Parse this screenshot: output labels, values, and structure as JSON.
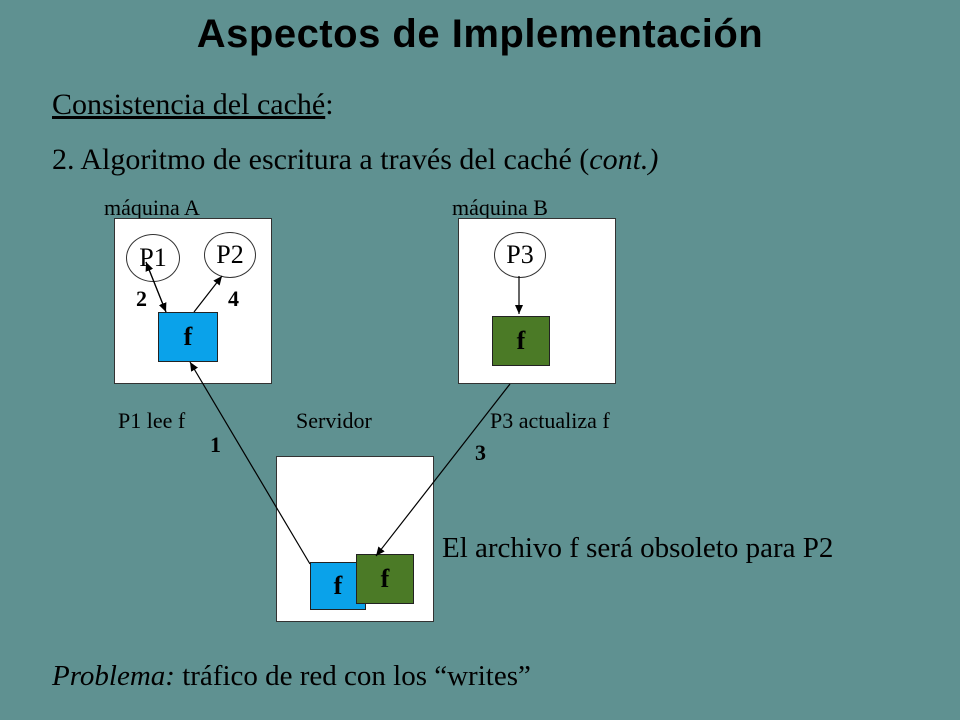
{
  "title": "Aspectos de Implementación",
  "section": {
    "label": "Consistencia del caché",
    "colon": ":"
  },
  "subtitle": {
    "main": "2. Algoritmo de escritura a través del caché (",
    "cont": "cont.)"
  },
  "machine_a": {
    "label": "máquina A",
    "processes": [
      "P1",
      "P2"
    ],
    "file": "f",
    "caption": "P1 lee f"
  },
  "machine_b": {
    "label": "máquina B",
    "processes": [
      "P3"
    ],
    "file": "f",
    "caption": "P3 actualiza f"
  },
  "server": {
    "caption": "Servidor",
    "files": [
      "f",
      "f"
    ]
  },
  "steps": [
    "1",
    "2",
    "3",
    "4"
  ],
  "note": "El archivo f será obsoleto para P2",
  "problem": {
    "label": "Problema:",
    "text": " tráfico de red con los “writes”"
  },
  "colors": {
    "background": "#5f9191",
    "file_read": "#0aa2ea",
    "file_written": "#4b7a26"
  }
}
